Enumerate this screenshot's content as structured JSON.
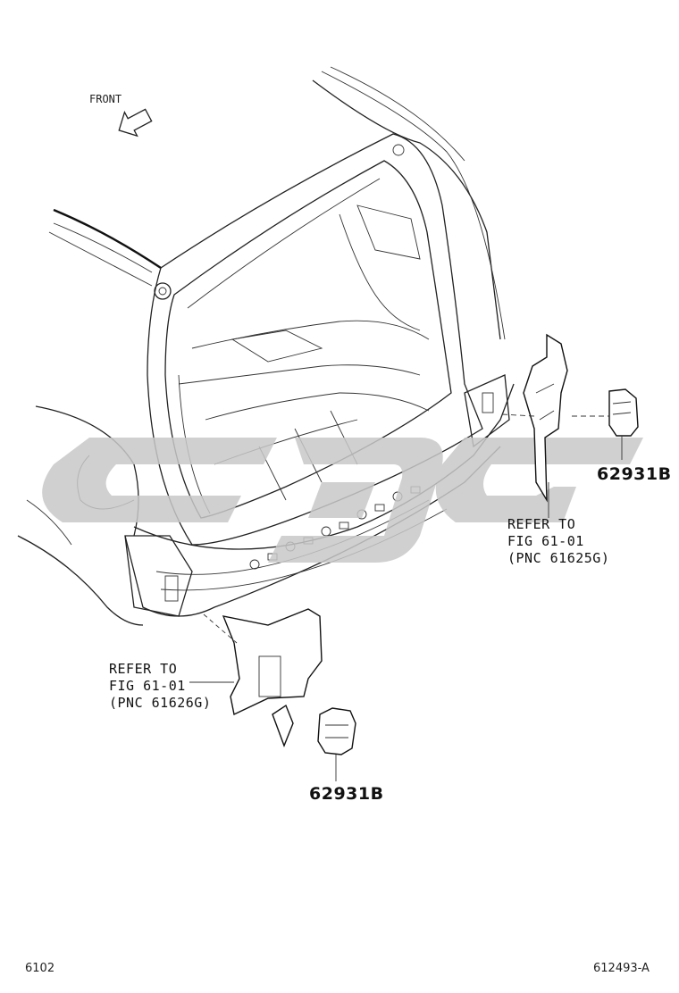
{
  "front_label": "FRONT",
  "watermark_text": "CDG",
  "callouts": {
    "right_ref": {
      "line1": "REFER TO",
      "line2": "FIG 61-01",
      "line3": "(PNC 61625G)"
    },
    "left_ref": {
      "line1": "REFER TO",
      "line2": "FIG 61-01",
      "line3": "(PNC 61626G)"
    },
    "right_part": "62931B",
    "left_part": "62931B"
  },
  "footer": {
    "left": "6102",
    "right": "612493-A"
  },
  "colors": {
    "line": "#222222",
    "watermark": "#c8c8c8"
  }
}
